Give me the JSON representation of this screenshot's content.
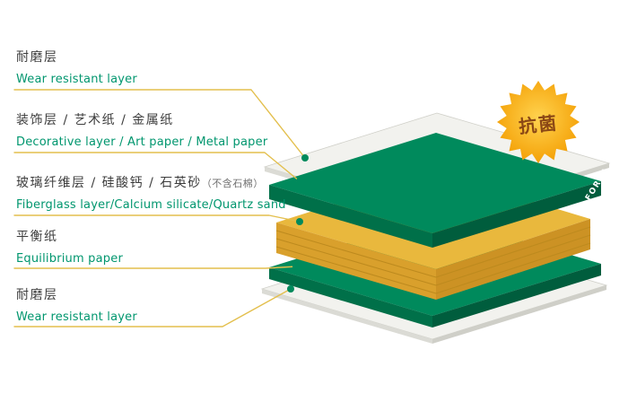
{
  "badge": {
    "label": "抗菌"
  },
  "logo": {
    "text": "FORCA"
  },
  "layers": [
    {
      "id": "wear-top",
      "zh": "耐磨层",
      "en": "Wear resistant layer"
    },
    {
      "id": "decorative",
      "zh": "装饰层 / 艺术纸 / 金属纸",
      "en": "Decorative layer / Art paper / Metal paper"
    },
    {
      "id": "fiberglass",
      "zh": "玻璃纤维层 / 硅酸钙 / 石英砂",
      "zh_note": "（不含石棉）",
      "en": "Fiberglass layer/Calcium silicate/Quartz sand"
    },
    {
      "id": "equilibrium",
      "zh": "平衡纸",
      "en": "Equilibrium paper"
    },
    {
      "id": "wear-bottom",
      "zh": "耐磨层",
      "en": "Wear resistant layer"
    }
  ],
  "colors": {
    "green": "#008a5c",
    "green_left": "#007049",
    "green_right": "#005d3d",
    "yellow": "#e9b83d",
    "yellow_left": "#d9a02c",
    "yellow_right": "#cc9224",
    "yellow_stripe": "#bd8a1e",
    "sheet": "#f2f2ee",
    "sheet_left": "#dbdbd5",
    "sheet_right": "#cfcfc8",
    "leader": "#e3bf4d",
    "dot": "#008a5c",
    "en_text": "#00966e",
    "zh_text": "#3d3d3d",
    "badge_fill": "#f7a600",
    "badge_text": "#8a4715"
  }
}
